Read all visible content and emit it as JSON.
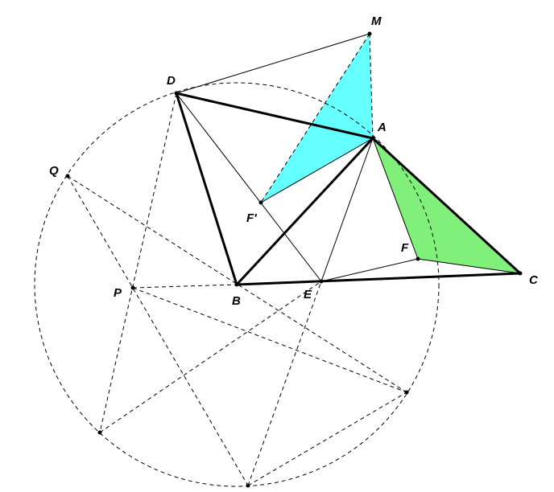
{
  "figure": {
    "points": {
      "M": "M",
      "D": "D",
      "A": "A",
      "Q": "Q",
      "F_prime": "F'",
      "F": "F",
      "C": "C",
      "P": "P",
      "B": "B",
      "E": "E"
    },
    "colors": {
      "cyan_triangle": "#66ffff",
      "green_triangle": "#80f07a",
      "lines": "#000000"
    }
  }
}
